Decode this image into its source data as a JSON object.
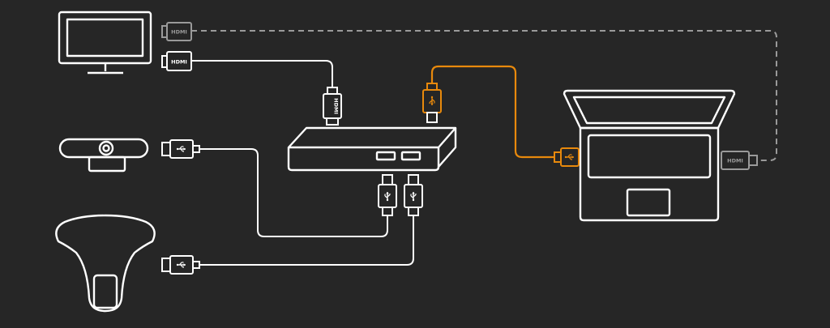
{
  "diagram": {
    "connector_labels": {
      "monitor_hdmi_unused": "HDMI",
      "monitor_hdmi_in": "HDMI",
      "laptop_hdmi_unused": "HDMI"
    },
    "colors": {
      "background": "#262626",
      "device_stroke": "#ffffff",
      "cable_usb_host": "#e8890c",
      "cable_unused": "#9a9a9a"
    },
    "devices": [
      "monitor-icon",
      "webcam-icon",
      "speakerphone-icon",
      "hub-box-icon",
      "laptop-icon"
    ],
    "connections": [
      {
        "from": "monitor-icon",
        "to": "hub-box-icon",
        "type": "HDMI",
        "style": "solid"
      },
      {
        "from": "webcam-icon",
        "to": "hub-box-icon",
        "type": "USB",
        "style": "solid"
      },
      {
        "from": "speakerphone-icon",
        "to": "hub-box-icon",
        "type": "USB",
        "style": "solid"
      },
      {
        "from": "hub-box-icon",
        "to": "laptop-icon",
        "type": "USB",
        "style": "solid",
        "color": "orange"
      },
      {
        "from": "monitor-icon",
        "to": "laptop-icon",
        "type": "HDMI",
        "style": "dashed"
      }
    ]
  }
}
